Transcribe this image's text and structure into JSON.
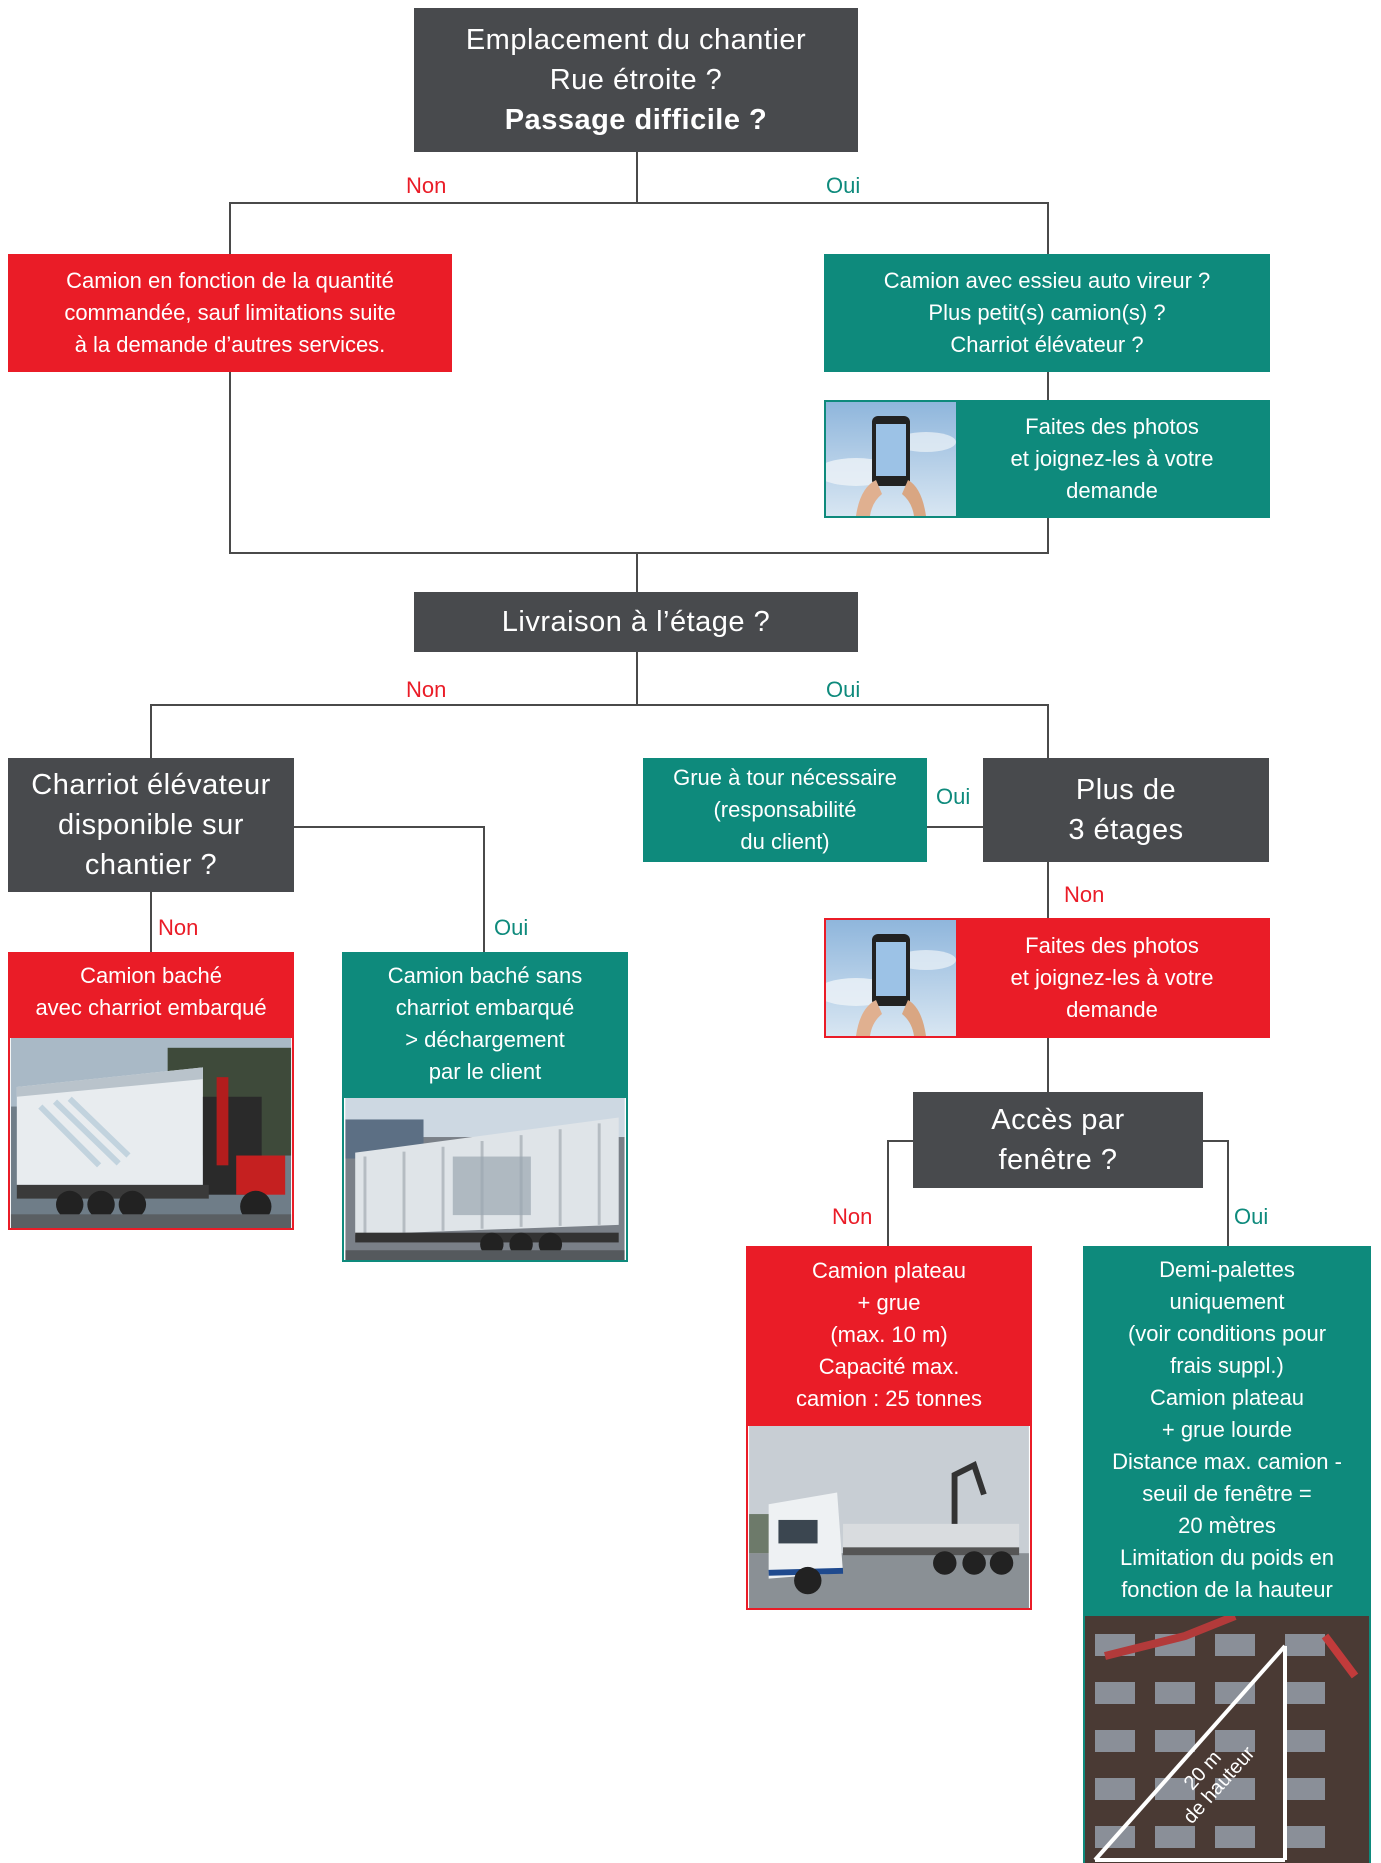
{
  "colors": {
    "red": "#ea1c27",
    "teal": "#0e8a7c",
    "dark": "#484a4d",
    "line": "#4a4a4a"
  },
  "labels": {
    "non": "Non",
    "oui": "Oui"
  },
  "q1": {
    "line1": "Emplacement du chantier",
    "line2": "Rue étroite ?",
    "line3": "Passage difficile ?"
  },
  "q1_non": {
    "line1": "Camion en fonction de la quantité",
    "line2": "commandée, sauf limitations suite",
    "line3": "à la demande d’autres services."
  },
  "q1_oui": {
    "line1": "Camion avec essieu auto vireur ?",
    "line2": "Plus petit(s) camion(s) ?",
    "line3": "Charriot élévateur ?"
  },
  "photo_tip": {
    "line1": "Faites des photos",
    "line2": "et joignez-les à votre",
    "line3": "demande"
  },
  "q2": {
    "text": "Livraison à l’étage ?"
  },
  "q3": {
    "line1": "Charriot élévateur",
    "line2": "disponible sur",
    "line3": "chantier ?"
  },
  "q3_non": {
    "line1": "Camion baché",
    "line2": "avec charriot embarqué"
  },
  "q3_oui": {
    "line1": "Camion baché sans",
    "line2": "charriot embarqué",
    "line3": "> déchargement",
    "line4": "par le client"
  },
  "q4": {
    "line1": "Plus de",
    "line2": "3 étages"
  },
  "q4_oui": {
    "line1": "Grue à tour nécessaire",
    "line2": "(responsabilité",
    "line3": "du client)"
  },
  "q5": {
    "line1": "Accès par",
    "line2": "fenêtre ?"
  },
  "q5_non": {
    "line1": "Camion plateau",
    "line2": "+ grue",
    "line3": "(max. 10 m)",
    "line4": "Capacité max.",
    "line5": "camion : 25 tonnes"
  },
  "q5_oui": {
    "line1": "Demi-palettes",
    "line2": "uniquement",
    "line3": "(voir conditions pour",
    "line4": "frais suppl.)",
    "line5": "Camion plateau",
    "line6": "+ grue lourde",
    "line7": "Distance max. camion -",
    "line8": "seuil de fenêtre =",
    "line9": "20 mètres",
    "line10": "Limitation du poids en",
    "line11": "fonction de la hauteur"
  },
  "building_photo": {
    "line1": "20 m",
    "line2": "de hauteur"
  }
}
